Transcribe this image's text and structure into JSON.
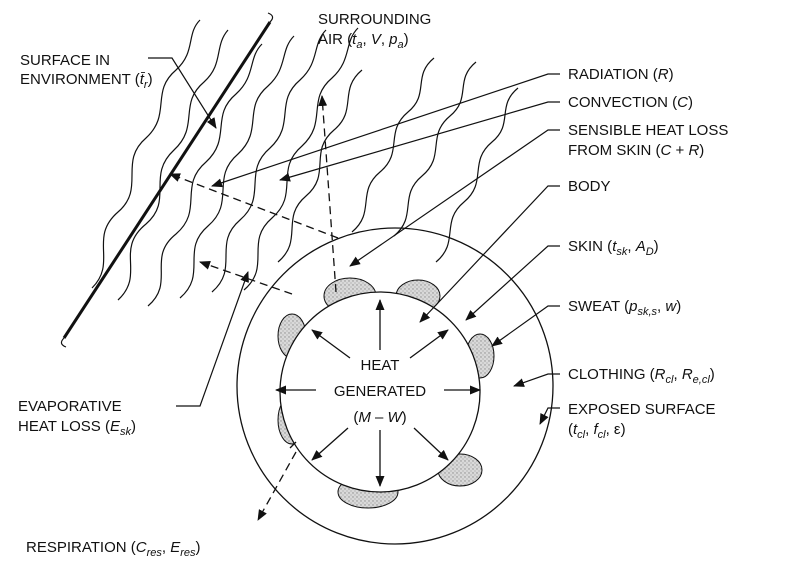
{
  "diagram": {
    "labels": {
      "surface_l1": "SURFACE IN",
      "surface_l2a": "ENVIRONMENT (",
      "surface_l2b": "t̄",
      "surface_l2c": "r",
      "surface_l2d": ")",
      "air_l1": "SURROUNDING",
      "air_l2a": "AIR (",
      "air_l2b": "t",
      "air_l2c": "a",
      "air_l2d": ", ",
      "air_l2e": "V",
      "air_l2f": ", ",
      "air_l2g": "p",
      "air_l2h": "a",
      "air_l2i": ")",
      "radiation_a": "RADIATION (",
      "radiation_b": "R",
      "radiation_c": ")",
      "convection_a": "CONVECTION (",
      "convection_b": "C",
      "convection_c": ")",
      "sensible_l1": "SENSIBLE HEAT LOSS",
      "sensible_l2a": "FROM SKIN (",
      "sensible_l2b": "C",
      "sensible_l2c": " + ",
      "sensible_l2d": "R",
      "sensible_l2e": ")",
      "body": "BODY",
      "skin_a": "SKIN (",
      "skin_b": "t",
      "skin_c": "sk",
      "skin_d": ", ",
      "skin_e": "A",
      "skin_f": "D",
      "skin_g": ")",
      "sweat_a": "SWEAT (",
      "sweat_b": "p",
      "sweat_c": "sk,s",
      "sweat_d": ", ",
      "sweat_e": "w",
      "sweat_f": ")",
      "clothing_a": "CLOTHING (",
      "clothing_b": "R",
      "clothing_c": "cl",
      "clothing_d": ", ",
      "clothing_e": "R",
      "clothing_f": "e,cl",
      "clothing_g": ")",
      "exposed_l1": "EXPOSED SURFACE",
      "exposed_l2a": "(",
      "exposed_l2b": "t",
      "exposed_l2c": "cl",
      "exposed_l2d": ", ",
      "exposed_l2e": "f",
      "exposed_l2f": "cl",
      "exposed_l2g": ", ε)",
      "heat_l1": "HEAT",
      "heat_l2": "GENERATED",
      "heat_l3a": "(",
      "heat_l3b": "M",
      "heat_l3c": " – ",
      "heat_l3d": "W",
      "heat_l3e": ")",
      "evap_l1": "EVAPORATIVE",
      "evap_l2a": "HEAT LOSS (",
      "evap_l2b": "E",
      "evap_l2c": "sk",
      "evap_l2d": ")",
      "resp_a": "RESPIRATION (",
      "resp_b": "C",
      "resp_c": "res",
      "resp_d": ", ",
      "resp_e": "E",
      "resp_f": "res",
      "resp_g": ")"
    }
  }
}
